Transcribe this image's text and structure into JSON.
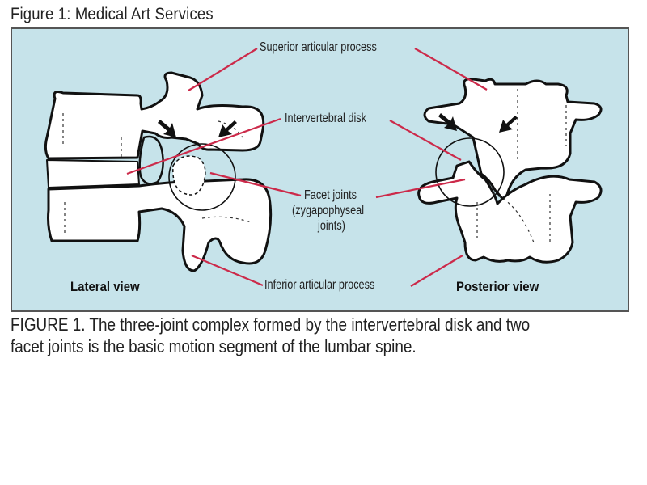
{
  "figure": {
    "title": "Figure 1:  Medical Art Services",
    "background_color": "#c6e3ea",
    "leader_color": "#cc2a4a",
    "labels": {
      "superior": "Superior articular process",
      "disk": "Intervertebral disk",
      "facet_line1": "Facet joints",
      "facet_line2": "(zygapophyseal",
      "facet_line3": "joints)",
      "inferior": "Inferior articular process"
    },
    "views": {
      "lateral": "Lateral view",
      "posterior": "Posterior view"
    },
    "caption_line1": "FIGURE 1.  The three-joint complex formed by the intervertebral disk and two",
    "caption_line2": "facet joints is the basic motion segment of the lumbar spine."
  }
}
